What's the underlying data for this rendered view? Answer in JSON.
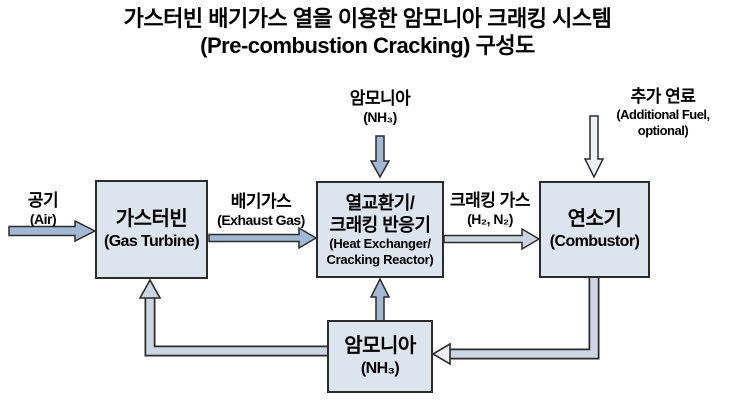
{
  "title": {
    "line1": "가스터빈 배기가스 열을 이용한 암모니아 크래킹 시스템",
    "line2": "(Pre-combustion Cracking) 구성도"
  },
  "boxes": {
    "gas_turbine": {
      "ko": "가스터빈",
      "en": "(Gas Turbine)"
    },
    "heat_exchanger": {
      "ko_line1": "열교환기/",
      "ko_line2": "크래킹 반응기",
      "en_line1": "(Heat Exchanger/",
      "en_line2": "Cracking Reactor)"
    },
    "combustor": {
      "ko": "연소기",
      "en": "(Combustor)"
    },
    "ammonia_supply": {
      "ko": "암모니아",
      "en": "(NH₃)"
    }
  },
  "flows": {
    "air": {
      "ko": "공기",
      "en": "(Air)"
    },
    "exhaust_gas": {
      "ko": "배기가스",
      "en": "(Exhaust Gas)"
    },
    "ammonia_feed": {
      "ko": "암모니아",
      "en": "(NH₃)"
    },
    "cracked_gas": {
      "ko": "크래킹 가스",
      "en": "(H₂, N₂)"
    },
    "additional_fuel": {
      "ko": "추가 연료",
      "en_line1": "(Additional Fuel,",
      "en_line2": "optional)"
    }
  },
  "colors": {
    "background": "#ffffff",
    "box_fill": "#dce4ee",
    "box_border": "#2b2b2b",
    "text": "#000000",
    "arrow_blue": "#a2b9d6",
    "arrow_light_gray": "#ccd5df",
    "arrow_white": "#edf0f5",
    "pipe_fill": "#ccd6e2"
  }
}
